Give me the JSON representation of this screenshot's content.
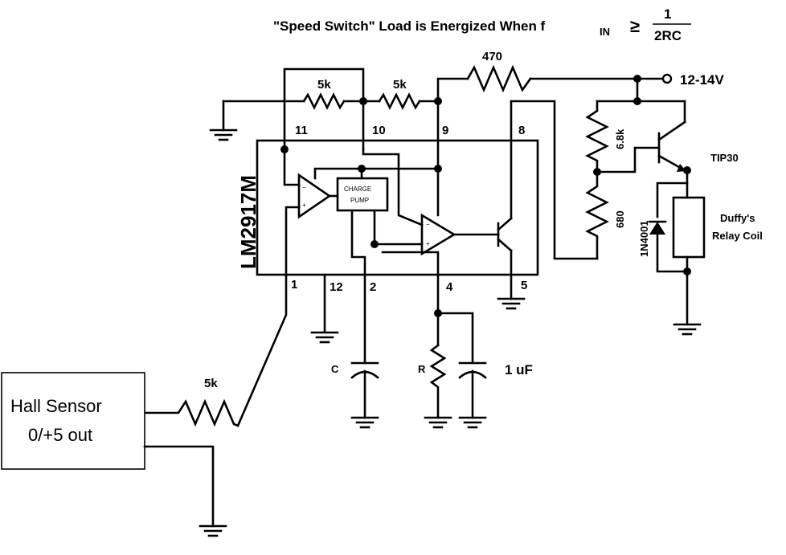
{
  "title": {
    "text": "\"Speed Switch\" Load is Energized When f",
    "subscript": "IN",
    "relation": "≥",
    "numerator": "1",
    "denominator": "2RC"
  },
  "chip": {
    "name": "LM2917M",
    "pins": [
      "11",
      "10",
      "9",
      "8",
      "1",
      "12",
      "2",
      "4",
      "5"
    ],
    "charge_pump_lines": [
      "CHARGE",
      "PUMP"
    ]
  },
  "components": {
    "r_top_left": "5k",
    "r_top_mid": "5k",
    "r_supply": "470",
    "r_hall": "5k",
    "r_divider_top": "6.8k",
    "r_divider_bottom": "680",
    "cap_c": "C",
    "res_r": "R",
    "cap_1uf": "1 uF",
    "supply": "12-14V",
    "transistor": "TIP30",
    "diode": "1N4001",
    "relay_line1": "Duffy's",
    "relay_line2": "Relay Coil"
  },
  "hall_sensor": {
    "line1": "Hall Sensor",
    "line2": "0/+5 out"
  }
}
